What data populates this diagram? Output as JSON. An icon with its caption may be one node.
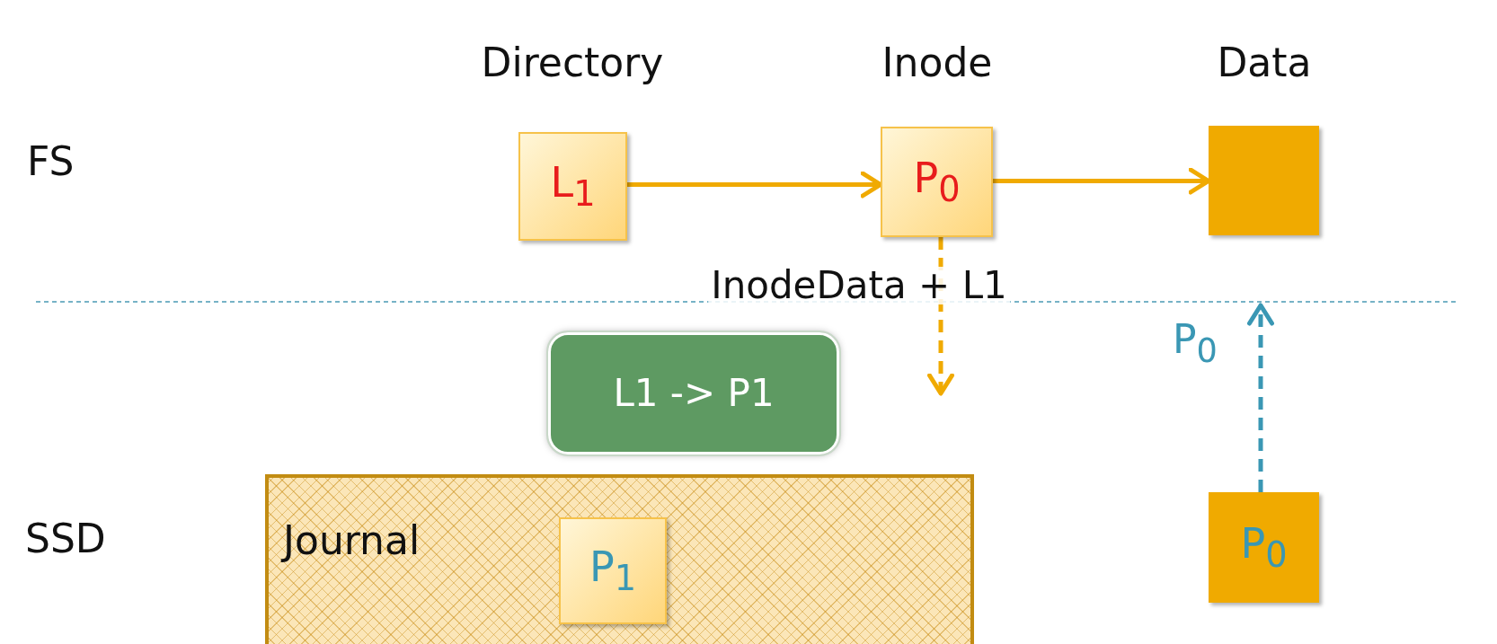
{
  "diagram": {
    "nodes": [
      {
        "text": [
          "Directory",
          "L$_{1}$"
        ]
      },
      {
        "text": [
          "Inode",
          "P$_{0}$"
        ]
      },
      {
        "text": [
          "Data"
        ]
      },
      {
        "text": [
          "L1 -> P1"
        ]
      },
      {
        "text": [
          "Journal"
        ]
      },
      {
        "text": [
          "P$_{1}$"
        ],
        "in": 4
      },
      {
        "text": [
          "P$_{0}$"
        ]
      }
    ],
    "edges": [
      {
        "from": 0,
        "to": 1,
        "arrow": "to"
      },
      {
        "from": 1,
        "to": 2,
        "arrow": "to"
      },
      {
        "from": 1,
        "to": null,
        "arrow": "to",
        "style": "dashed",
        "label": "InodeData + L1"
      },
      {
        "from": 6,
        "to": null,
        "arrow": "to",
        "style": "dashed",
        "color": "#3a97b4",
        "label": "P$_{0}$"
      }
    ],
    "labels": [
      "FS",
      "SSD"
    ]
  }
}
